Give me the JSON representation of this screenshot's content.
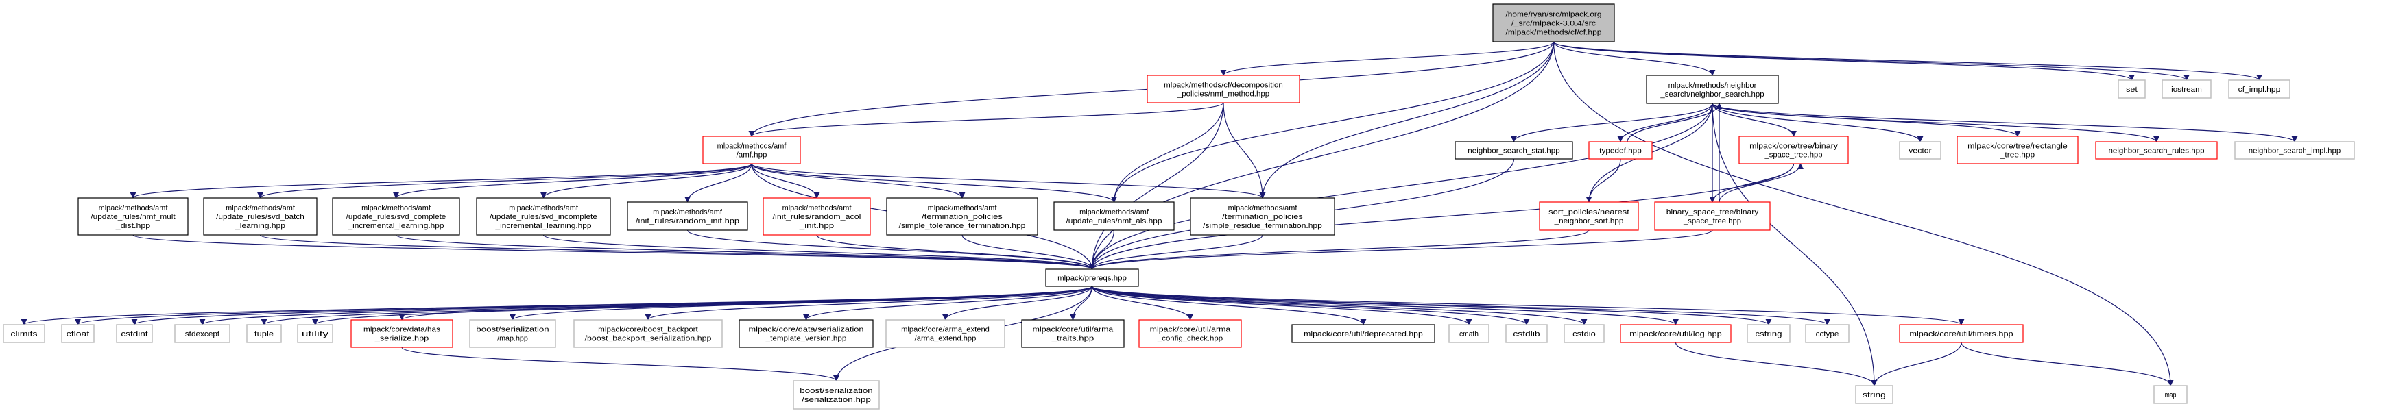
{
  "colors": {
    "edge": "#191970",
    "documented": "#000000",
    "undocumented": "#ff0000",
    "external": "#bfbfbf",
    "root_fill": "#bfbfbf"
  },
  "nodes": {
    "root": {
      "lines": [
        "/home/ryan/src/mlpack.org",
        "/_src/mlpack-3.0.4/src",
        "/mlpack/methods/cf/cf.hpp"
      ],
      "kind": "root"
    },
    "nmf_method": {
      "lines": [
        "mlpack/methods/cf/decomposition",
        "_policies/nmf_method.hpp"
      ],
      "kind": "red"
    },
    "amf": {
      "lines": [
        "mlpack/methods/amf",
        "/amf.hpp"
      ],
      "kind": "red"
    },
    "nmf_mult_dist": {
      "lines": [
        "mlpack/methods/amf",
        "/update_rules/nmf_mult",
        "_dist.hpp"
      ],
      "kind": "black"
    },
    "svd_batch": {
      "lines": [
        "mlpack/methods/amf",
        "/update_rules/svd_batch",
        "_learning.hpp"
      ],
      "kind": "black"
    },
    "svd_complete": {
      "lines": [
        "mlpack/methods/amf",
        "/update_rules/svd_complete",
        "_incremental_learning.hpp"
      ],
      "kind": "black"
    },
    "svd_incomplete": {
      "lines": [
        "mlpack/methods/amf",
        "/update_rules/svd_incomplete",
        "_incremental_learning.hpp"
      ],
      "kind": "black"
    },
    "random_init": {
      "lines": [
        "mlpack/methods/amf",
        "/init_rules/random_init.hpp"
      ],
      "kind": "black"
    },
    "random_acol": {
      "lines": [
        "mlpack/methods/amf",
        "/init_rules/random_acol",
        "_init.hpp"
      ],
      "kind": "red"
    },
    "simple_tolerance": {
      "lines": [
        "mlpack/methods/amf",
        "/termination_policies",
        "/simple_tolerance_termination.hpp"
      ],
      "kind": "black"
    },
    "nmf_als": {
      "lines": [
        "mlpack/methods/amf",
        "/update_rules/nmf_als.hpp"
      ],
      "kind": "black"
    },
    "simple_residue": {
      "lines": [
        "mlpack/methods/amf",
        "/termination_policies",
        "/simple_residue_termination.hpp"
      ],
      "kind": "black"
    },
    "prereqs": {
      "lines": [
        "mlpack/prereqs.hpp"
      ],
      "kind": "black"
    },
    "neighbor_search": {
      "lines": [
        "mlpack/methods/neighbor",
        "_search/neighbor_search.hpp"
      ],
      "kind": "black"
    },
    "set": {
      "lines": [
        "set"
      ],
      "kind": "gray"
    },
    "iostream": {
      "lines": [
        "iostream"
      ],
      "kind": "gray"
    },
    "cf_impl": {
      "lines": [
        "cf_impl.hpp"
      ],
      "kind": "gray"
    },
    "ns_stat": {
      "lines": [
        "neighbor_search_stat.hpp"
      ],
      "kind": "black"
    },
    "typedef": {
      "lines": [
        "typedef.hpp"
      ],
      "kind": "red"
    },
    "bst_core": {
      "lines": [
        "mlpack/core/tree/binary",
        "_space_tree.hpp"
      ],
      "kind": "red"
    },
    "vector": {
      "lines": [
        "vector"
      ],
      "kind": "gray"
    },
    "rectangle": {
      "lines": [
        "mlpack/core/tree/rectangle",
        "_tree.hpp"
      ],
      "kind": "red"
    },
    "ns_rules": {
      "lines": [
        "neighbor_search_rules.hpp"
      ],
      "kind": "red"
    },
    "ns_impl": {
      "lines": [
        "neighbor_search_impl.hpp"
      ],
      "kind": "gray"
    },
    "sort_policies": {
      "lines": [
        "sort_policies/nearest",
        "_neighbor_sort.hpp"
      ],
      "kind": "red"
    },
    "bst_binary": {
      "lines": [
        "binary_space_tree/binary",
        "_space_tree.hpp"
      ],
      "kind": "red"
    },
    "climits": {
      "lines": [
        "climits"
      ],
      "kind": "gray"
    },
    "cfloat": {
      "lines": [
        "cfloat"
      ],
      "kind": "gray"
    },
    "cstdint": {
      "lines": [
        "cstdint"
      ],
      "kind": "gray"
    },
    "stdexcept": {
      "lines": [
        "stdexcept"
      ],
      "kind": "gray"
    },
    "tuple": {
      "lines": [
        "tuple"
      ],
      "kind": "gray"
    },
    "utility": {
      "lines": [
        "utility"
      ],
      "kind": "gray"
    },
    "has_serialize": {
      "lines": [
        "mlpack/core/data/has",
        "_serialize.hpp"
      ],
      "kind": "red"
    },
    "boost_map": {
      "lines": [
        "boost/serialization",
        "/map.hpp"
      ],
      "kind": "gray"
    },
    "boost_backport": {
      "lines": [
        "mlpack/core/boost_backport",
        "/boost_backport_serialization.hpp"
      ],
      "kind": "gray"
    },
    "ser_template": {
      "lines": [
        "mlpack/core/data/serialization",
        "_template_version.hpp"
      ],
      "kind": "black"
    },
    "arma_extend": {
      "lines": [
        "mlpack/core/arma_extend",
        "/arma_extend.hpp"
      ],
      "kind": "gray"
    },
    "arma_traits": {
      "lines": [
        "mlpack/core/util/arma",
        "_traits.hpp"
      ],
      "kind": "black"
    },
    "arma_config": {
      "lines": [
        "mlpack/core/util/arma",
        "_config_check.hpp"
      ],
      "kind": "red"
    },
    "deprecated": {
      "lines": [
        "mlpack/core/util/deprecated.hpp"
      ],
      "kind": "black"
    },
    "cmath": {
      "lines": [
        "cmath"
      ],
      "kind": "gray"
    },
    "cstdlib": {
      "lines": [
        "cstdlib"
      ],
      "kind": "gray"
    },
    "cstdio": {
      "lines": [
        "cstdio"
      ],
      "kind": "gray"
    },
    "log": {
      "lines": [
        "mlpack/core/util/log.hpp"
      ],
      "kind": "red"
    },
    "cstring": {
      "lines": [
        "cstring"
      ],
      "kind": "gray"
    },
    "cctype": {
      "lines": [
        "cctype"
      ],
      "kind": "gray"
    },
    "timers": {
      "lines": [
        "mlpack/core/util/timers.hpp"
      ],
      "kind": "red"
    },
    "serialization": {
      "lines": [
        "boost/serialization",
        "/serialization.hpp"
      ],
      "kind": "gray"
    },
    "string": {
      "lines": [
        "string"
      ],
      "kind": "gray"
    },
    "map": {
      "lines": [
        "map"
      ],
      "kind": "gray"
    }
  },
  "edges": [
    [
      "root",
      "nmf_method"
    ],
    [
      "root",
      "amf"
    ],
    [
      "root",
      "nmf_als"
    ],
    [
      "root",
      "simple_residue"
    ],
    [
      "root",
      "prereqs"
    ],
    [
      "root",
      "neighbor_search"
    ],
    [
      "root",
      "set"
    ],
    [
      "root",
      "iostream"
    ],
    [
      "root",
      "cf_impl"
    ],
    [
      "root",
      "map"
    ],
    [
      "nmf_method",
      "amf"
    ],
    [
      "nmf_method",
      "nmf_als"
    ],
    [
      "nmf_method",
      "simple_residue"
    ],
    [
      "nmf_method",
      "prereqs"
    ],
    [
      "amf",
      "nmf_mult_dist"
    ],
    [
      "amf",
      "svd_batch"
    ],
    [
      "amf",
      "svd_complete"
    ],
    [
      "amf",
      "svd_incomplete"
    ],
    [
      "amf",
      "random_init"
    ],
    [
      "amf",
      "random_acol"
    ],
    [
      "amf",
      "simple_tolerance"
    ],
    [
      "amf",
      "nmf_als"
    ],
    [
      "amf",
      "simple_residue"
    ],
    [
      "amf",
      "prereqs"
    ],
    [
      "nmf_mult_dist",
      "prereqs"
    ],
    [
      "svd_batch",
      "prereqs"
    ],
    [
      "svd_complete",
      "prereqs"
    ],
    [
      "svd_incomplete",
      "prereqs"
    ],
    [
      "random_init",
      "prereqs"
    ],
    [
      "random_acol",
      "prereqs"
    ],
    [
      "simple_tolerance",
      "prereqs"
    ],
    [
      "nmf_als",
      "prereqs"
    ],
    [
      "simple_residue",
      "prereqs"
    ],
    [
      "neighbor_search",
      "prereqs"
    ],
    [
      "neighbor_search",
      "ns_stat"
    ],
    [
      "neighbor_search",
      "typedef"
    ],
    [
      "neighbor_search",
      "bst_core"
    ],
    [
      "neighbor_search",
      "vector"
    ],
    [
      "neighbor_search",
      "rectangle"
    ],
    [
      "neighbor_search",
      "ns_rules"
    ],
    [
      "neighbor_search",
      "ns_impl"
    ],
    [
      "neighbor_search",
      "sort_policies"
    ],
    [
      "neighbor_search",
      "bst_binary"
    ],
    [
      "neighbor_search",
      "string"
    ],
    [
      "typedef",
      "neighbor_search"
    ],
    [
      "typedef",
      "sort_policies"
    ],
    [
      "bst_core",
      "bst_binary"
    ],
    [
      "bst_binary",
      "bst_core"
    ],
    [
      "bst_binary",
      "neighbor_search"
    ],
    [
      "bst_core",
      "prereqs"
    ],
    [
      "ns_stat",
      "prereqs"
    ],
    [
      "sort_policies",
      "prereqs"
    ],
    [
      "bst_binary",
      "prereqs"
    ],
    [
      "prereqs",
      "climits"
    ],
    [
      "prereqs",
      "cfloat"
    ],
    [
      "prereqs",
      "cstdint"
    ],
    [
      "prereqs",
      "stdexcept"
    ],
    [
      "prereqs",
      "tuple"
    ],
    [
      "prereqs",
      "utility"
    ],
    [
      "prereqs",
      "has_serialize"
    ],
    [
      "prereqs",
      "boost_map"
    ],
    [
      "prereqs",
      "boost_backport"
    ],
    [
      "prereqs",
      "ser_template"
    ],
    [
      "prereqs",
      "arma_extend"
    ],
    [
      "prereqs",
      "arma_traits"
    ],
    [
      "prereqs",
      "arma_config"
    ],
    [
      "prereqs",
      "serialization"
    ],
    [
      "prereqs",
      "deprecated"
    ],
    [
      "prereqs",
      "cmath"
    ],
    [
      "prereqs",
      "cstdlib"
    ],
    [
      "prereqs",
      "cstdio"
    ],
    [
      "prereqs",
      "log"
    ],
    [
      "prereqs",
      "cstring"
    ],
    [
      "prereqs",
      "cctype"
    ],
    [
      "prereqs",
      "timers"
    ],
    [
      "has_serialize",
      "serialization"
    ],
    [
      "log",
      "string"
    ],
    [
      "timers",
      "string"
    ],
    [
      "timers",
      "map"
    ]
  ]
}
